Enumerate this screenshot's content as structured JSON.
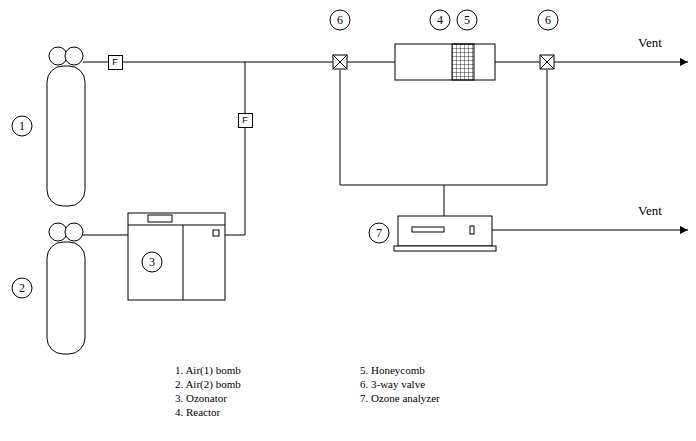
{
  "diagram": {
    "nodes": [
      {
        "text": [
          "F"
        ]
      },
      {
        "text": [
          "F"
        ]
      }
    ],
    "labels": [
      "1",
      "2",
      "3",
      "4",
      "5",
      "6",
      "6",
      "7",
      "Vent",
      "Vent",
      "1. Air(1) bomb",
      "2. Air(2) bomb",
      "3. Ozonator",
      "4. Reactor",
      "5. Honeycomb",
      "6. 3-way valve",
      "7. Ozone analyzer"
    ]
  }
}
